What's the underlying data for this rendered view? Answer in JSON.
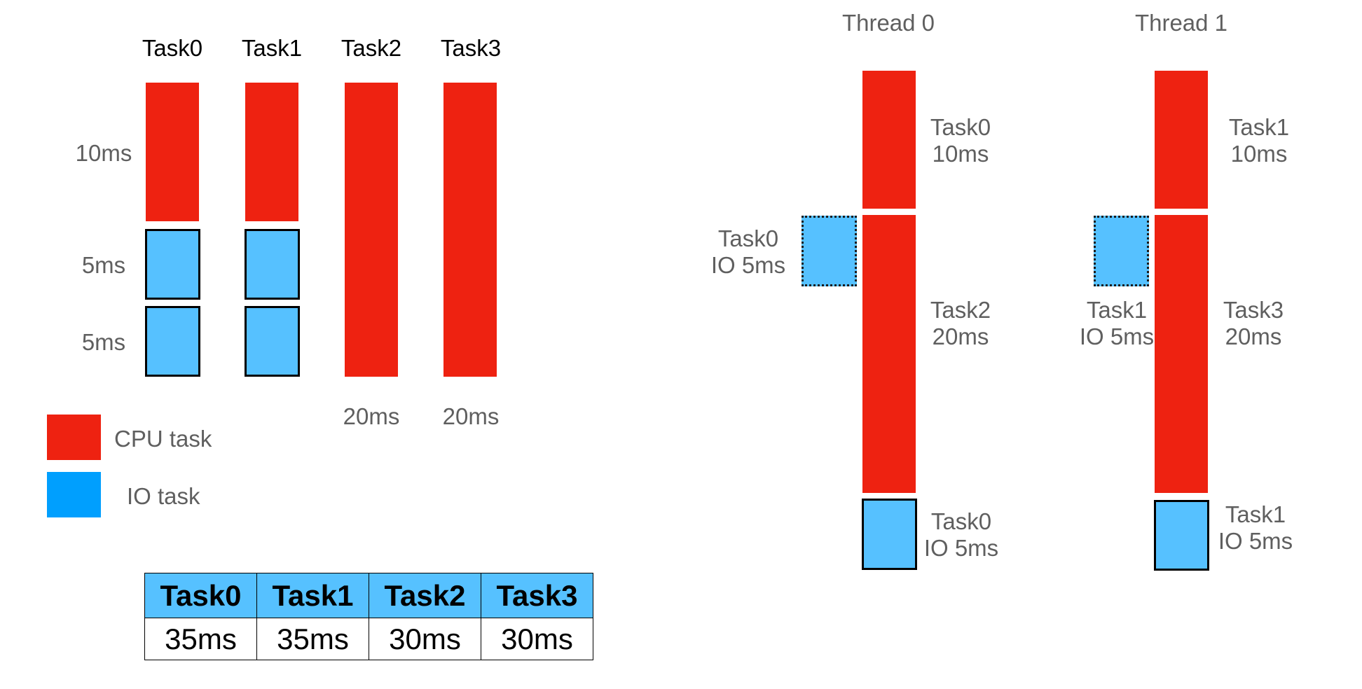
{
  "left": {
    "task_headers": [
      "Task0",
      "Task1",
      "Task2",
      "Task3"
    ],
    "row_labels": [
      "10ms",
      "5ms",
      "5ms"
    ],
    "bottom_labels": [
      "20ms",
      "20ms"
    ]
  },
  "legend": {
    "cpu_label": "CPU task",
    "io_label": "IO task",
    "cpu_color": "#ee2211",
    "io_color": "#009ffe"
  },
  "table": {
    "headers": [
      "Task0",
      "Task1",
      "Task2",
      "Task3"
    ],
    "values": [
      "35ms",
      "35ms",
      "30ms",
      "30ms"
    ]
  },
  "thread0": {
    "title": "Thread 0",
    "seg1": [
      "Task0",
      "10ms"
    ],
    "side": [
      "Task0",
      "IO 5ms"
    ],
    "seg2": [
      "Task2",
      "20ms"
    ],
    "seg3": [
      "Task0",
      "IO 5ms"
    ]
  },
  "thread1": {
    "title": "Thread 1",
    "seg1": [
      "Task1",
      "10ms"
    ],
    "side": [
      "Task1",
      "IO 5ms"
    ],
    "seg2": [
      "Task3",
      "20ms"
    ],
    "seg3": [
      "Task1",
      "IO 5ms"
    ]
  },
  "colors": {
    "cpu": "#ee2211",
    "io_block": "#56c1ff"
  }
}
